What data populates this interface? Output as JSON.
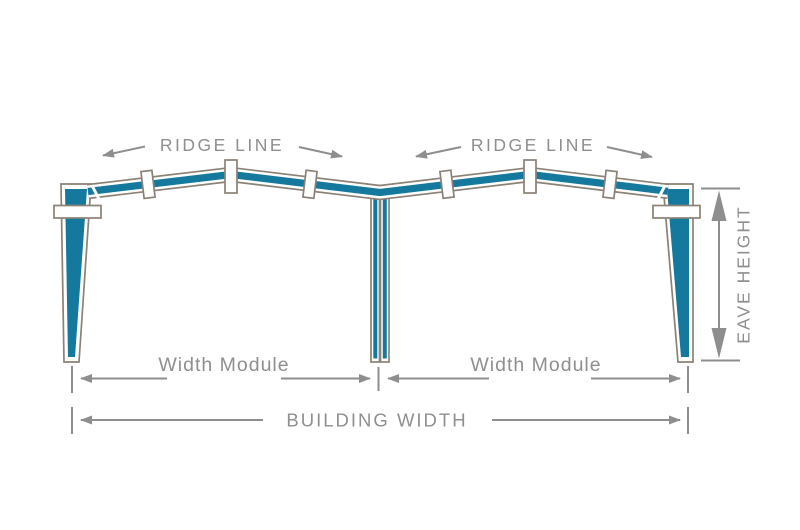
{
  "diagram": {
    "description": "Cross-section diagram of a two-module pre-engineered steel building frame",
    "labels": {
      "ridge_line_left": "RIDGE LINE",
      "ridge_line_right": "RIDGE LINE",
      "eave_height": "EAVE HEIGHT",
      "width_module_left": "Width Module",
      "width_module_right": "Width Module",
      "building_width": "BUILDING WIDTH"
    }
  },
  "colors": {
    "steel": "#15799e",
    "outline": "#8b8177",
    "dim": "#8e8e8e",
    "label": "#8f8f8f",
    "bg": "#ffffff"
  }
}
